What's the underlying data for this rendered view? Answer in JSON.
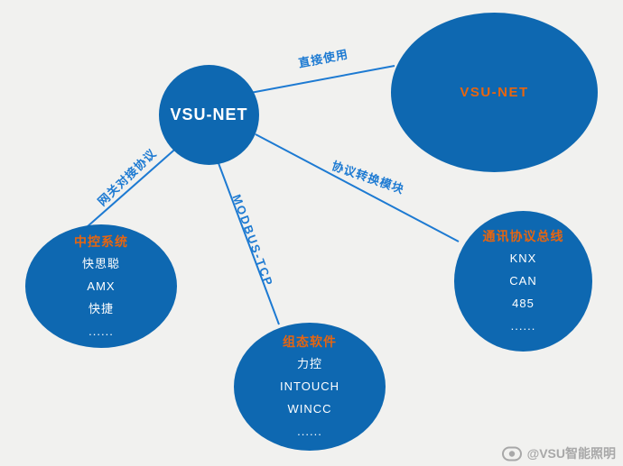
{
  "colors": {
    "background": "#f1f1ef",
    "node_fill": "#0e68b1",
    "accent": "#e8650f",
    "edge": "#1d7ad2",
    "watermark": "#a8a8a8"
  },
  "hub": {
    "label": "VSU-NET"
  },
  "cloud": {
    "title": "VSU-NET"
  },
  "groups": {
    "central_control": {
      "title": "中控系统",
      "items": [
        "快思聪",
        "AMX",
        "快捷",
        "......"
      ]
    },
    "scada": {
      "title": "组态软件",
      "items": [
        "力控",
        "INTOUCH",
        "WINCC",
        "......"
      ]
    },
    "bus": {
      "title": "通讯协议总线",
      "items": [
        "KNX",
        "CAN",
        "485",
        "......"
      ]
    }
  },
  "edges": {
    "direct": {
      "label": "直接使用"
    },
    "gateway": {
      "label": "网关对接协议"
    },
    "modbus": {
      "label": "MODBUS-TCP"
    },
    "converter": {
      "label": "协议转换模块"
    }
  },
  "watermark": {
    "text": "@VSU智能照明"
  }
}
